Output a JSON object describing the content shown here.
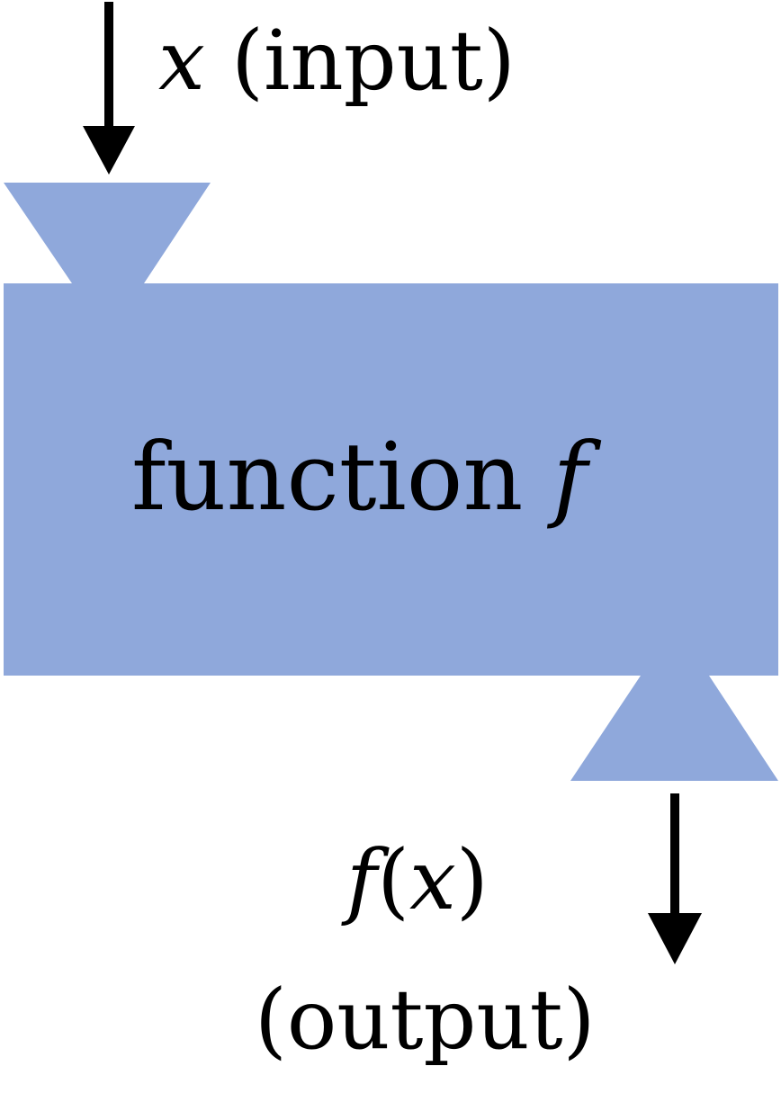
{
  "colors": {
    "machine_fill": "#8fa8db",
    "arrow": "#000000",
    "text": "#000000"
  },
  "input": {
    "variable": "x",
    "note": "(input)"
  },
  "machine": {
    "word": "function",
    "name": "f"
  },
  "output": {
    "func": "f",
    "open_paren": "(",
    "variable": "x",
    "close_paren": ")",
    "note": "(output)"
  }
}
